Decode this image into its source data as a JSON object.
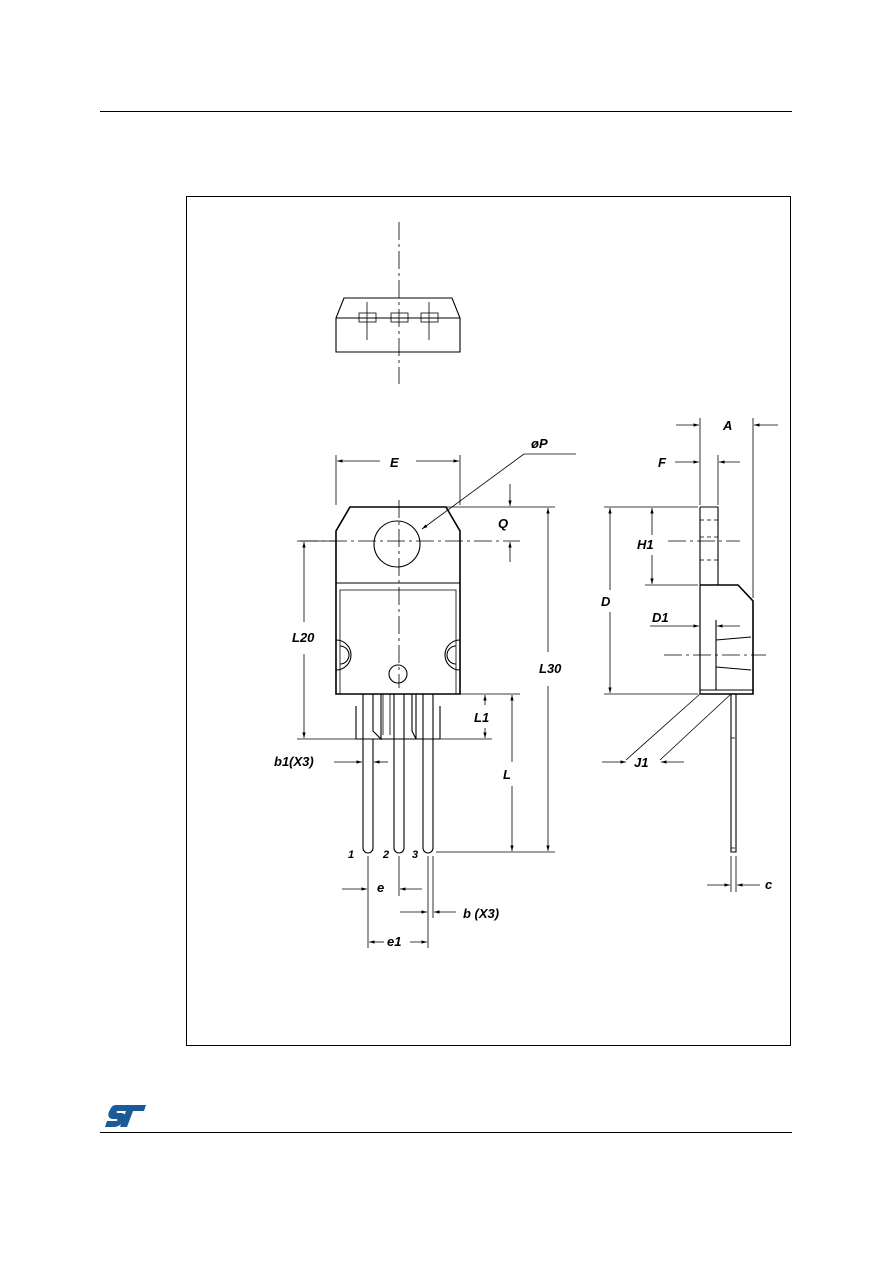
{
  "drawing": {
    "labels": {
      "E": "E",
      "phiP": "øP",
      "Q": "Q",
      "L20": "L20",
      "L30": "L30",
      "L1": "L1",
      "L": "L",
      "b1": "b1(X3)",
      "e": "e",
      "b": "b  (X3)",
      "e1": "e1",
      "A": "A",
      "F": "F",
      "H1": "H1",
      "D": "D",
      "D1": "D1",
      "J1": "J1",
      "c": "c",
      "pin1": "1",
      "pin2": "2",
      "pin3": "3"
    }
  },
  "logo": {
    "color": "#1a5a96",
    "icon": "st-logo-icon"
  }
}
